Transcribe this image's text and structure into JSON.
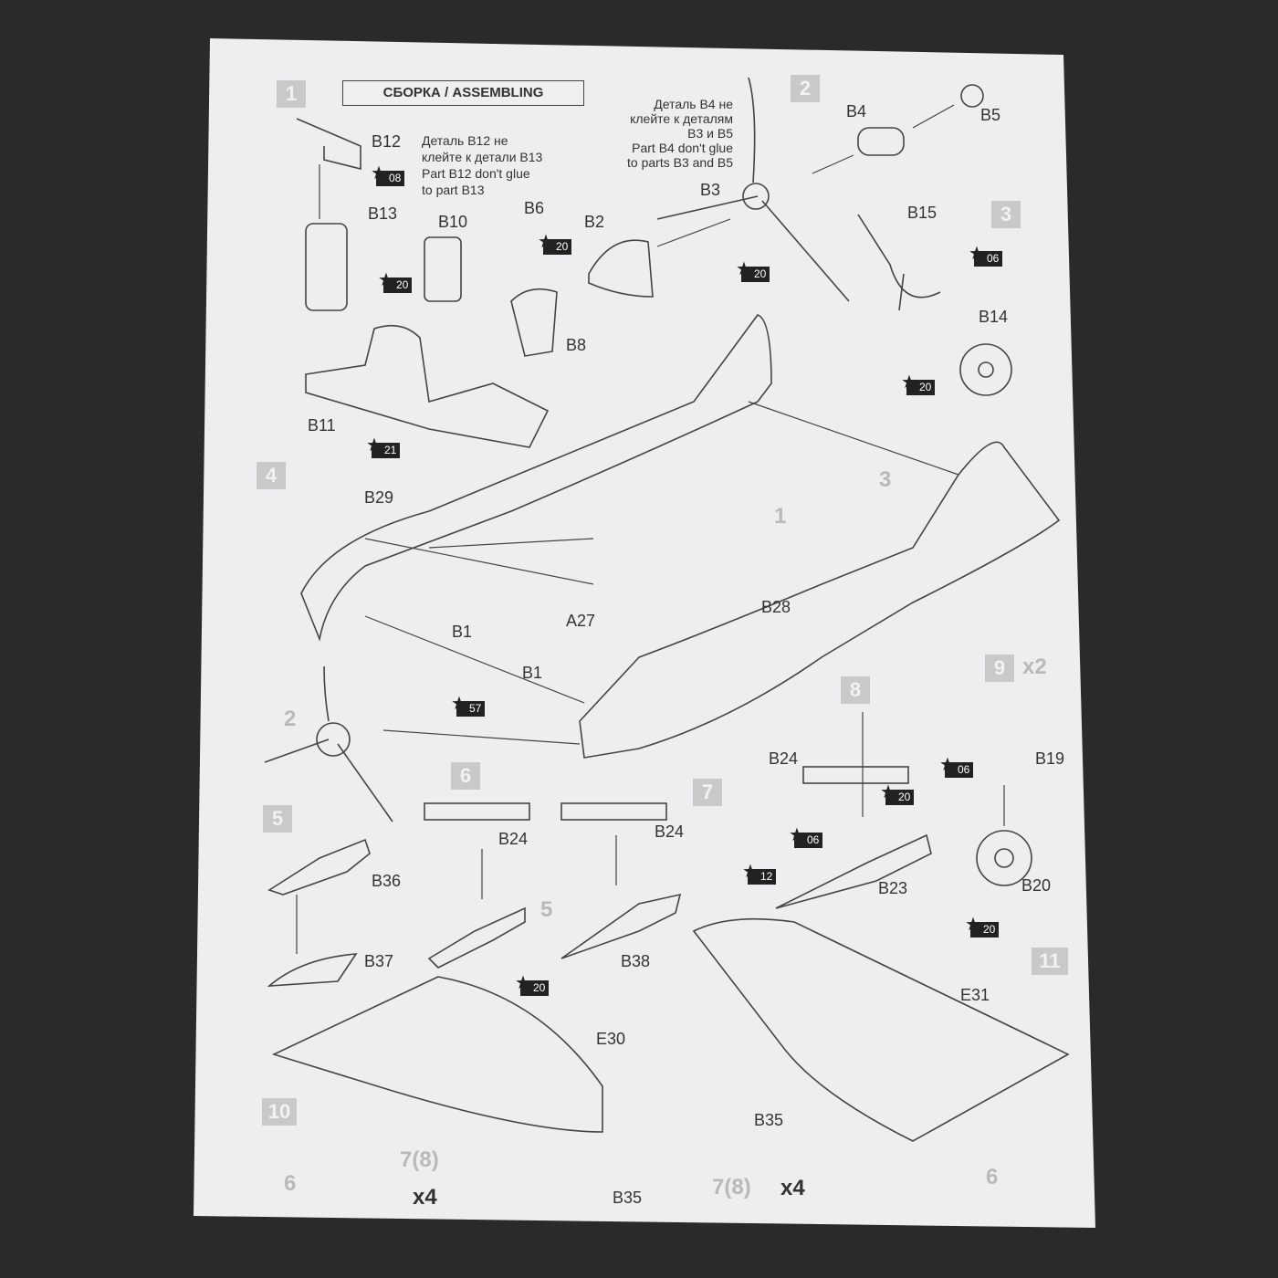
{
  "title": "СБОРКА / ASSEMBLING",
  "notes": {
    "b12": [
      "Деталь B12 не",
      "клейте к детали B13",
      "Part B12 don't glue",
      "to part B13"
    ],
    "b4": [
      "Деталь B4 не",
      "клейте к деталям",
      "B3 и B5",
      "Part B4 don't glue",
      "to parts B3 and B5"
    ]
  },
  "steps": [
    "1",
    "2",
    "3",
    "4",
    "5",
    "6",
    "7",
    "8",
    "9",
    "10",
    "11"
  ],
  "step9_multiplier": "x2",
  "parts": [
    "B12",
    "B13",
    "B10",
    "B6",
    "B2",
    "B3",
    "B4",
    "B5",
    "B15",
    "B14",
    "B8",
    "B11",
    "B29",
    "B1",
    "A27",
    "B28",
    "B1",
    "B24",
    "B19",
    "B24",
    "B24",
    "B36",
    "B23",
    "B20",
    "B37",
    "B38",
    "E30",
    "E31",
    "B35",
    "B35"
  ],
  "refs": [
    "3",
    "1",
    "2",
    "5",
    "6",
    "7(8)",
    "7(8)",
    "6"
  ],
  "multipliers": [
    "x4",
    "x4"
  ],
  "paints": [
    "08",
    "20",
    "20",
    "20",
    "06",
    "20",
    "21",
    "57",
    "06",
    "20",
    "06",
    "12",
    "20",
    "20"
  ],
  "colors": {
    "paper": "#eeeef0",
    "ink": "#333333",
    "step_box": "#c9c9c9",
    "background": "#2a2a2c"
  }
}
